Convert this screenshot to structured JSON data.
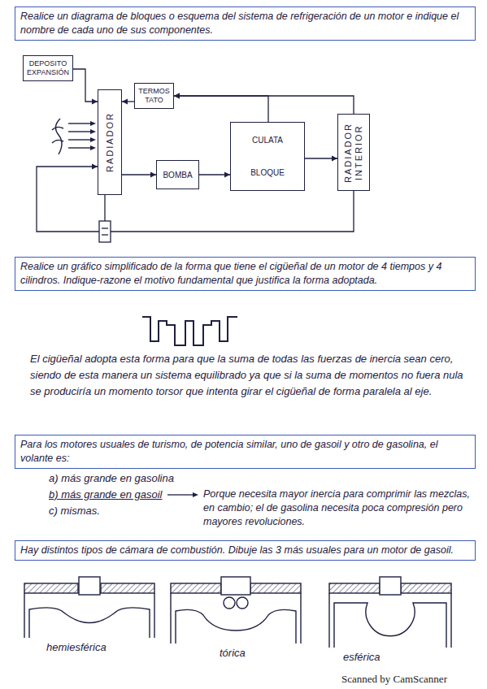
{
  "diagram": {
    "nodes": [
      {
        "text": [
          "Realice un diagrama de bloques o esquema del sistema de refrigeración de un motor e indique el nombre de cada uno de sus componentes."
        ]
      },
      {
        "text": [
          "DEPOSITO EXPANSIÓN"
        ]
      },
      {
        "text": [
          "RADIADOR"
        ]
      },
      {
        "text": [
          "TERMOS TATO"
        ]
      },
      {
        "text": [
          "BOMBA"
        ]
      },
      {
        "text": [
          "CULATA",
          "BLOQUE"
        ]
      },
      {
        "text": [
          "RADIADOR INTERIOR"
        ]
      },
      {
        "text": [
          "Realice un gráfico simplificado de la forma que tiene el cigüeñal de un motor de 4 tiempos y 4 cilindros. Indique-razone el motivo fundamental que justifica la forma adoptada."
        ]
      },
      {
        "text": [
          "Para los motores usuales de turismo, de potencia similar, uno de gasoil y otro de gasolina, el volante es:"
        ]
      },
      {
        "text": [
          "Hay distintos tipos de cámara de combustión. Dibuje las 3 más usuales para un motor de gasoil."
        ]
      }
    ],
    "edges": [
      {
        "from": 1,
        "to": 2,
        "arrow": "to"
      },
      {
        "from": 3,
        "to": 2,
        "arrow": "to"
      },
      {
        "from": 2,
        "to": 4,
        "arrow": "to"
      },
      {
        "from": 4,
        "to": 5,
        "arrow": "to"
      },
      {
        "from": 5,
        "to": 3,
        "arrow": "to"
      },
      {
        "from": 6,
        "to": 3,
        "arrow": "to"
      },
      {
        "from": 5,
        "to": 6,
        "arrow": "to"
      },
      {
        "from": 6,
        "to": 2,
        "arrow": "to"
      }
    ],
    "labels": [
      "El cigüeñal adopta esta forma para que la suma de todas las fuerzas de inercia sean cero, siendo de esta manera un sistema equilibrado ya que si la suma de momentos no fuera nula se produciría un momento torsor que intenta girar el cigüeñal de forma paralela al eje.",
      "a) más grande en gasolina",
      "b) más grande en gasoil",
      "c) mismas.",
      "Porque necesita mayor inercia para comprimir las mezclas, en cambio; el de gasolina necesita poca compresión pero mayores revoluciones.",
      "hemiesférica",
      "tórica",
      "esférica",
      "Scanned by CamScanner"
    ]
  }
}
